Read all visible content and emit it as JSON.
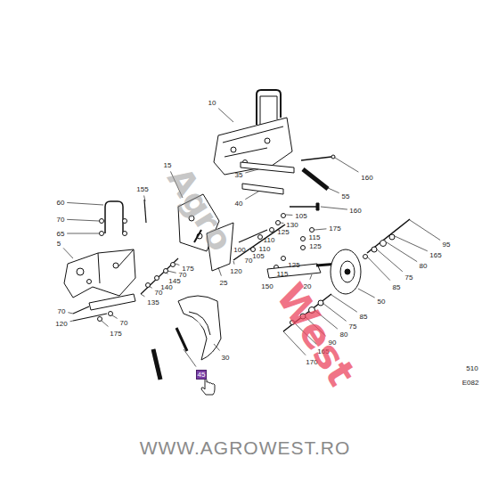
{
  "diagram": {
    "labels": [
      "10",
      "15",
      "155",
      "35",
      "160",
      "40",
      "55",
      "160",
      "60",
      "70",
      "105",
      "65",
      "130",
      "175",
      "125",
      "5",
      "115",
      "110",
      "125",
      "110",
      "100",
      "105",
      "70",
      "125",
      "175",
      "120",
      "115",
      "70",
      "145",
      "25",
      "150",
      "20",
      "140",
      "70",
      "135",
      "95",
      "165",
      "80",
      "75",
      "85",
      "50",
      "85",
      "75",
      "80",
      "90",
      "165",
      "170",
      "70",
      "70",
      "120",
      "175",
      "30",
      "45",
      "Agro",
      "West",
      "510",
      "E082",
      "WWW.AGROWEST.RO"
    ]
  }
}
